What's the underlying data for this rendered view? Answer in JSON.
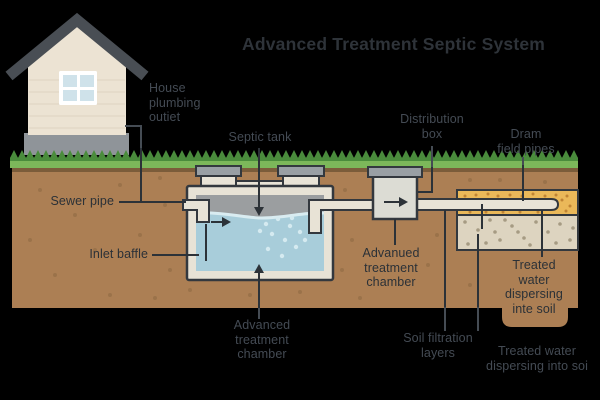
{
  "title": "Advanced Treatment Septic System",
  "labels": {
    "house_plumbing_outlet": "House\nplumbing\noutiet",
    "septic_tank": "Septic tank",
    "sewer_pipe": "Sewer pipe",
    "inlet_baffle": "Inlet baffle",
    "distribution_box": "Distribution\nbox",
    "drain_field_pipes": "Dram\nfield pipes",
    "advanued_treatment_chamber": "Advanued\ntreatment\nchamber",
    "advanced_treatment_chamber": "Advanced\ntreatment\nchamber",
    "soil_filtration_layers": "Soil filtration\nlayers",
    "treated_water_inte_soil": "Treated\nwater\ndispersing\ninte soil",
    "treated_water_into_soi": "Treated water\ndispersing into soi"
  },
  "colors": {
    "background": "#000000",
    "soil": "#ac7f54",
    "soil_speckle": "#8d6842",
    "grass_light": "#7cb75a",
    "grass_dark": "#4a8c3c",
    "tank_wall": "#e8e3d6",
    "scum_layer": "#9b9ea0",
    "water": "#a8cdda",
    "bubble": "#d5eaf0",
    "gravel_layer": "#eab859",
    "filtration_layer": "#ddd4c0",
    "house_wall": "#ece3d3",
    "roof": "#494e54",
    "foundation": "#8f9499",
    "cap_gray": "#999fa4",
    "line_dark": "#2c3238",
    "line_gray": "#454c54"
  }
}
